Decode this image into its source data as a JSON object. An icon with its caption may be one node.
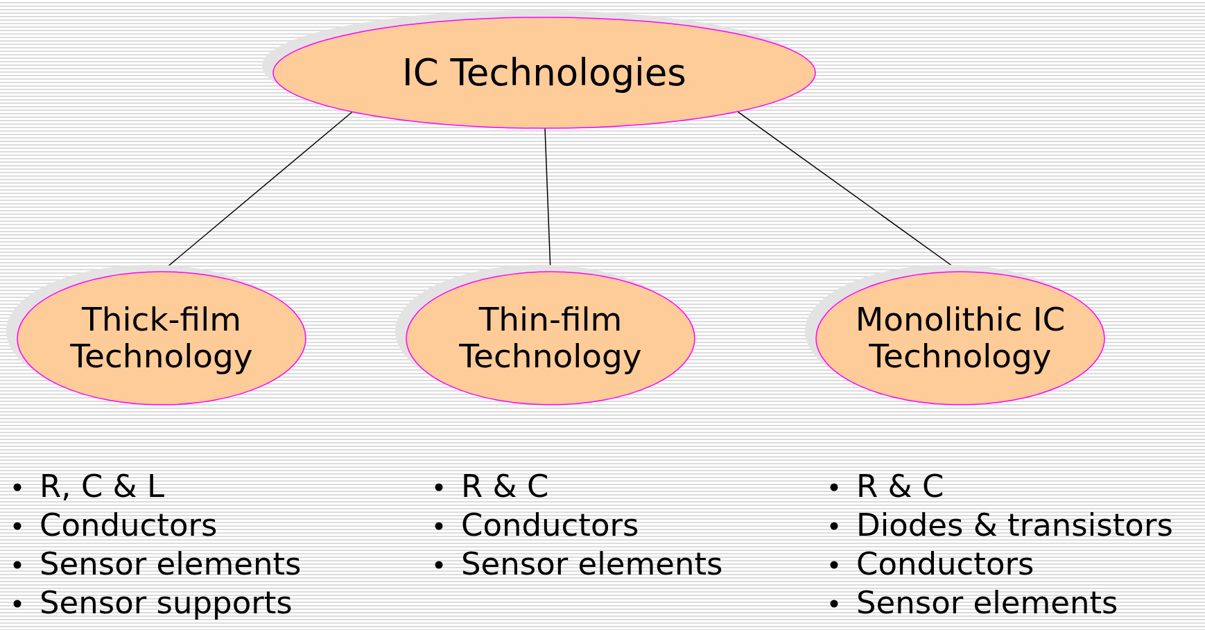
{
  "diagram": {
    "nodes": [
      {
        "text": [
          "IC Technologies"
        ]
      },
      {
        "text": [
          "Thick-film Technology"
        ]
      },
      {
        "text": [
          "Thin-film Technology"
        ]
      },
      {
        "text": [
          "Monolithic IC Technology"
        ]
      }
    ],
    "edges": [
      {
        "from": 0,
        "to": 1,
        "arrow": "none"
      },
      {
        "from": 0,
        "to": 2,
        "arrow": "none"
      },
      {
        "from": 0,
        "to": 3,
        "arrow": "none"
      }
    ],
    "labels": [
      "R, C & L",
      "Conductors",
      "Sensor elements",
      "Sensor supports",
      "R & C",
      "Conductors",
      "Sensor elements",
      "R & C",
      "Diodes & transistors",
      "Conductors",
      "Sensor elements"
    ]
  }
}
